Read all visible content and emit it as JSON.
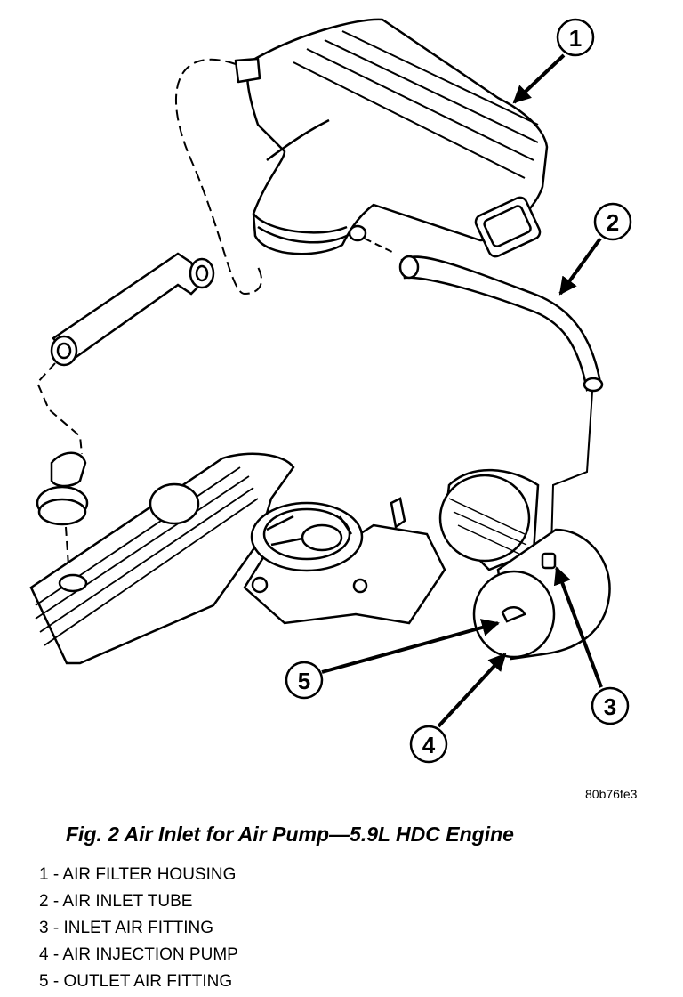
{
  "figure": {
    "id_code": "80b76fe3",
    "caption": "Fig. 2 Air Inlet for Air Pump—5.9L HDC Engine"
  },
  "callouts": [
    "1",
    "2",
    "3",
    "4",
    "5"
  ],
  "legend": [
    {
      "number": "1",
      "text": "AIR FILTER HOUSING"
    },
    {
      "number": "2",
      "text": "AIR INLET TUBE"
    },
    {
      "number": "3",
      "text": "INLET AIR FITTING"
    },
    {
      "number": "4",
      "text": "AIR INJECTION PUMP"
    },
    {
      "number": "5",
      "text": "OUTLET AIR FITTING"
    }
  ]
}
